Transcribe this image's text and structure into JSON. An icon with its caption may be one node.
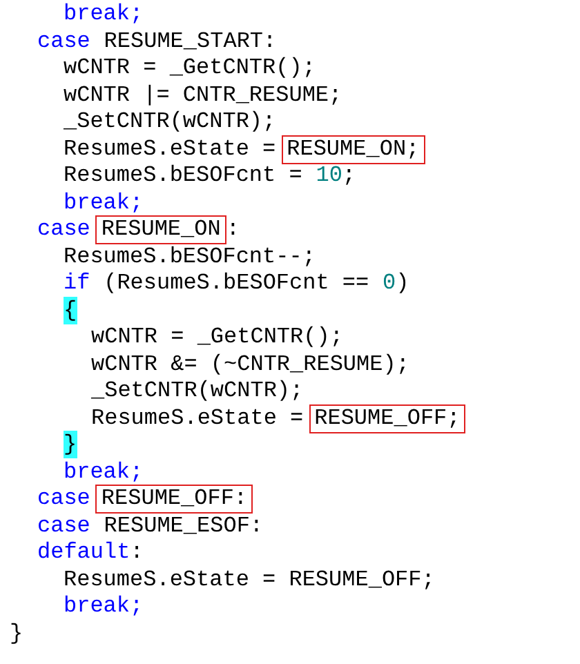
{
  "diagram": {
    "nodes": [
      {
        "text": [
          "RESUME_ON;"
        ]
      },
      {
        "text": [
          "RESUME_ON"
        ]
      },
      {
        "text": [
          "RESUME_OFF;"
        ]
      },
      {
        "text": [
          "RESUME_OFF:"
        ]
      }
    ],
    "labels": [
      "break;",
      "case",
      "RESUME_START:",
      "wCNTR = _GetCNTR();",
      "wCNTR |= CNTR_RESUME;",
      "_SetCNTR(wCNTR);",
      "ResumeS.eState =",
      "ResumeS.bESOFcnt =",
      "10",
      ";",
      "break;",
      "case",
      ":",
      "ResumeS.bESOFcnt--;",
      "if",
      "(ResumeS.bESOFcnt ==",
      "0",
      ")",
      "{",
      "wCNTR = _GetCNTR();",
      "wCNTR &= (~CNTR_RESUME);",
      "_SetCNTR(wCNTR);",
      "ResumeS.eState =",
      "}",
      "break;",
      "case",
      "case",
      "RESUME_ESOF:",
      "default",
      ":",
      "ResumeS.eState = RESUME_OFF;",
      "break;",
      "}"
    ]
  }
}
